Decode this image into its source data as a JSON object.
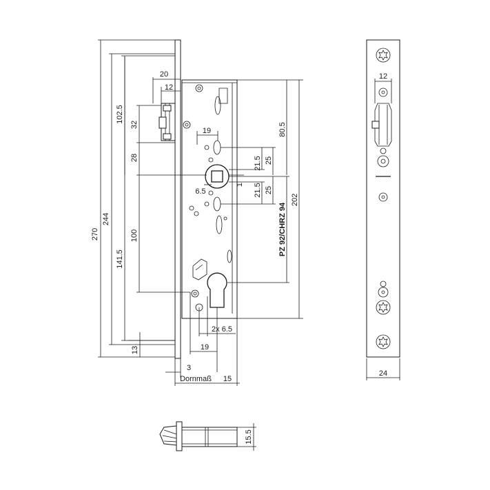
{
  "drawing": {
    "front_view": {
      "dim_270": "270",
      "dim_244": "244",
      "dim_141_5": "141.5",
      "dim_102_5": "102.5",
      "dim_100": "100",
      "dim_32": "32",
      "dim_28": "28",
      "dim_20": "20",
      "dim_12": "12",
      "dim_13": "13",
      "dim_19_top": "19",
      "dim_6_5": "6.5",
      "dim_1": "1",
      "dim_21_5_a": "21.5",
      "dim_21_5_b": "21.5",
      "dim_25_a": "25",
      "dim_25_b": "25",
      "dim_80_5": "80.5",
      "dim_202": "202",
      "model_label": "PZ 92/CHRZ 94",
      "dim_2x6_5": "2x 6.5",
      "dim_19_bottom": "19",
      "dim_3": "3",
      "dornmass": "Dornmaß",
      "dim_15": "15"
    },
    "side_view": {
      "dim_12": "12",
      "dim_24": "24"
    },
    "bottom_view": {
      "dim_15_5": "15.5"
    }
  }
}
